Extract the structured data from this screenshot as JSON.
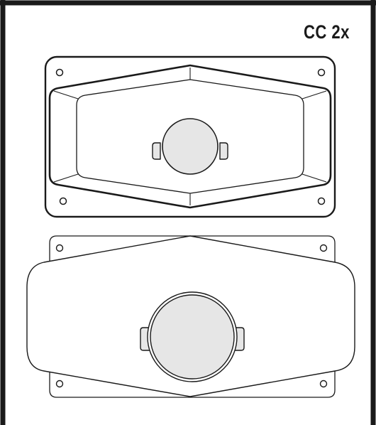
{
  "label": "CC  2x",
  "colors": {
    "line": "#1a1a1a",
    "paper": "#ffffff",
    "lens_fill": "#e6e6e6"
  },
  "parts": [
    {
      "name": "top-assembly-view",
      "icon": "speaker-housing-back"
    },
    {
      "name": "bottom-assembly-view",
      "icon": "speaker-housing-front"
    }
  ]
}
